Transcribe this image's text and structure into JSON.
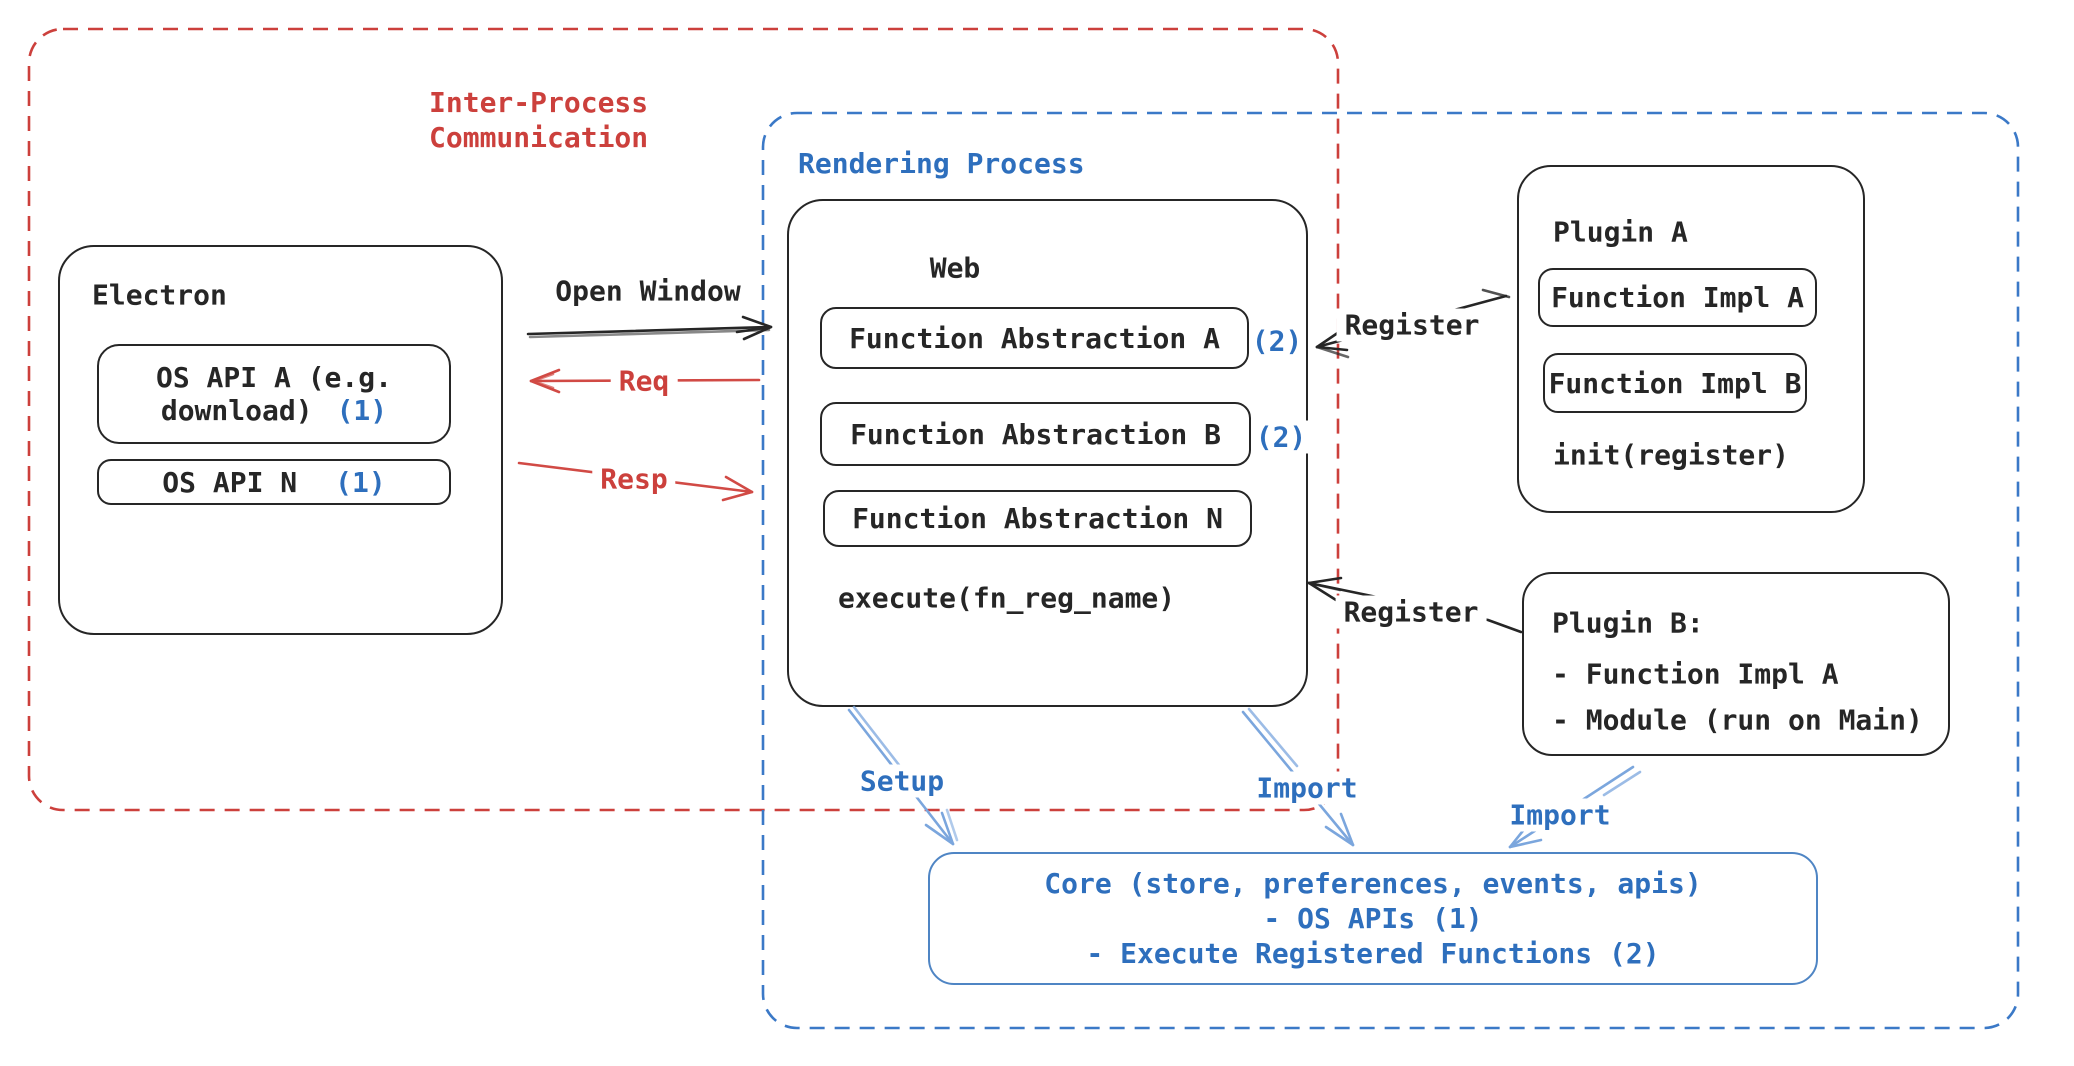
{
  "regions": {
    "ipc": {
      "label": "Inter-Process\nCommunication"
    },
    "rendering": {
      "label": "Rendering Process"
    }
  },
  "electron": {
    "title": "Electron",
    "api_a": {
      "line1": "OS API A (e.g.",
      "line2": "download)",
      "badge": "(1)"
    },
    "api_n": {
      "label": "OS API N",
      "badge": "(1)"
    }
  },
  "web": {
    "title": "Web",
    "fn_a": {
      "label": "Function Abstraction A",
      "badge": "(2)"
    },
    "fn_b": {
      "label": "Function Abstraction B",
      "badge": "(2)"
    },
    "fn_n": {
      "label": "Function Abstraction N"
    },
    "footer": "execute(fn_reg_name)"
  },
  "plugin_a": {
    "title": "Plugin A",
    "impl_a": "Function Impl A",
    "impl_b": "Function Impl B",
    "footer": "init(register)"
  },
  "plugin_b": {
    "line1": "Plugin B:",
    "line2": "- Function Impl A",
    "line3": "- Module (run on Main)"
  },
  "core": {
    "line1": "Core (store, preferences, events, apis)",
    "line2": "- OS APIs (1)",
    "line3": "- Execute Registered Functions (2)"
  },
  "arrows": {
    "open_window": "Open Window",
    "req": "Req",
    "resp": "Resp",
    "register_top": "Register",
    "register_bottom": "Register",
    "setup": "Setup",
    "import_left": "Import",
    "import_right": "Import"
  },
  "colors": {
    "red": "#cc403c",
    "blue": "#2e6fbd",
    "light_blue_arrow": "#7ba6dd",
    "red_arrow": "#d14a45",
    "blue_dash": "#3b79c7",
    "core_border": "#4f85c4",
    "black": "#262626"
  }
}
